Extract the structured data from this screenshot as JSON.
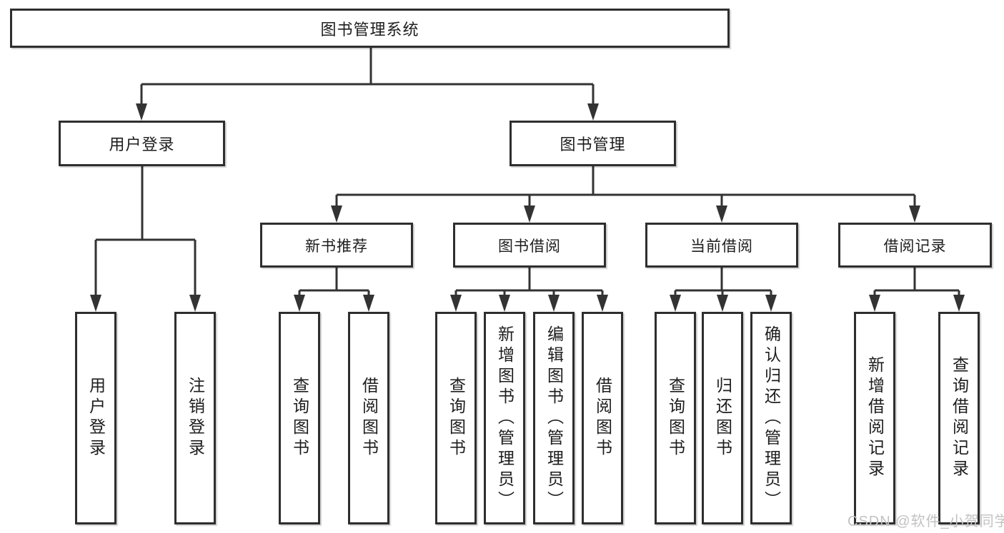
{
  "tree": {
    "root": {
      "label": "图书管理系统",
      "children": [
        {
          "label": "用户登录",
          "children": [
            {
              "label": "用户登录"
            },
            {
              "label": "注销登录"
            }
          ]
        },
        {
          "label": "图书管理",
          "children": [
            {
              "label": "新书推荐",
              "children": [
                {
                  "label": "查询图书"
                },
                {
                  "label": "借阅图书"
                }
              ]
            },
            {
              "label": "图书借阅",
              "children": [
                {
                  "label": "查询图书"
                },
                {
                  "label": "新增图书（管理员）"
                },
                {
                  "label": "编辑图书（管理员）"
                },
                {
                  "label": "借阅图书"
                }
              ]
            },
            {
              "label": "当前借阅",
              "children": [
                {
                  "label": "查询图书"
                },
                {
                  "label": "归还图书"
                },
                {
                  "label": "确认归还（管理员）"
                }
              ]
            },
            {
              "label": "借阅记录",
              "children": [
                {
                  "label": "新增借阅记录"
                },
                {
                  "label": "查询借阅记录"
                }
              ]
            }
          ]
        }
      ]
    }
  },
  "watermark": {
    "text": "CSDN @软件_小贺同学"
  },
  "colors": {
    "background": "#ffffff",
    "line": "#333333",
    "box_border": "#2e2e2e",
    "text": "#1d1d1d",
    "watermark_text": "#c2c2c2"
  }
}
